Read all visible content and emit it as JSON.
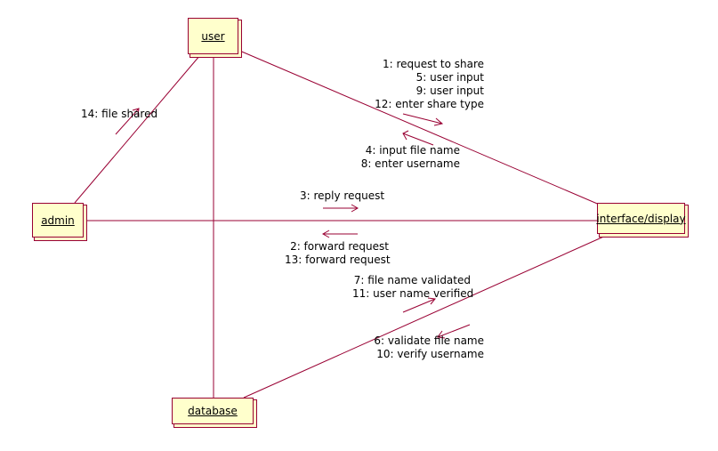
{
  "objects": {
    "user": "user",
    "admin": "admin",
    "interface": "interface/display",
    "database": "database"
  },
  "messages": {
    "user_to_interface": [
      "1: request to share",
      "5: user input",
      "9: user input",
      "12: enter share type"
    ],
    "interface_to_user": [
      "4: input file name",
      "8: enter username"
    ],
    "user_to_admin": [
      "14: file shared"
    ],
    "admin_to_interface": [
      "3: reply request"
    ],
    "interface_to_admin": [
      "2: forward request",
      "13: forward request"
    ],
    "database_to_interface": [
      "7: file name validated",
      "11: user name verified"
    ],
    "interface_to_database": [
      "6: validate file name",
      "10: verify username"
    ]
  },
  "colors": {
    "line": "#990033",
    "object_fill": "#ffffcc"
  }
}
